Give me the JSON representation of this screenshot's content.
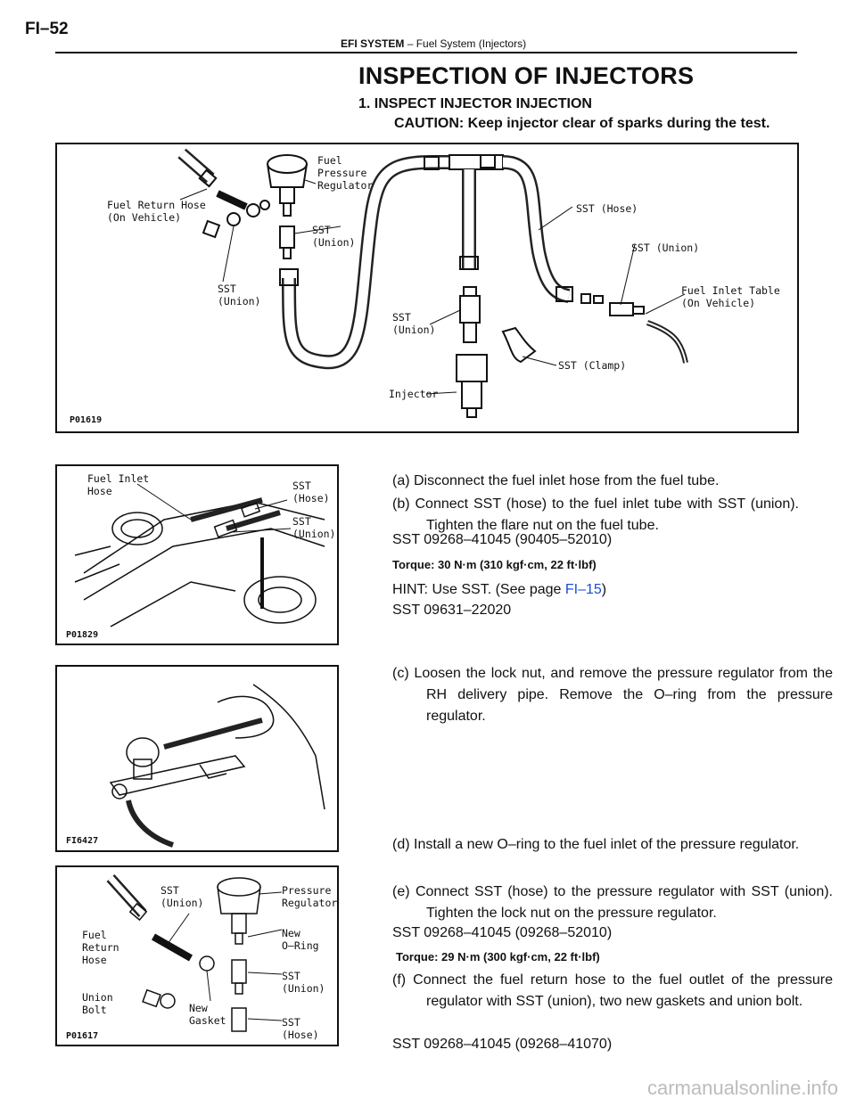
{
  "header": {
    "page_number": "FI–52",
    "system": "EFI SYSTEM",
    "separator": "–",
    "section": "Fuel System (Injectors)"
  },
  "title": "INSPECTION OF INJECTORS",
  "step1": {
    "heading": "1.   INSPECT INJECTOR INJECTION",
    "caution": "CAUTION: Keep injector clear of sparks during the test."
  },
  "figure1": {
    "code": "P01619",
    "labels": {
      "fuel_return_hose_1": "Fuel Return Hose",
      "fuel_return_hose_2": "(On Vehicle)",
      "fpr_1": "Fuel",
      "fpr_2": "Pressure",
      "fpr_3": "Regulator",
      "sst_union_a_1": "SST",
      "sst_union_a_2": "(Union)",
      "sst_union_b_1": "SST",
      "sst_union_b_2": "(Union)",
      "sst_union_c_1": "SST",
      "sst_union_c_2": "(Union)",
      "sst_hose": "SST (Hose)",
      "sst_union_d": "SST (Union)",
      "fuel_inlet_1": "Fuel Inlet Table",
      "fuel_inlet_2": "(On Vehicle)",
      "sst_clamp": "SST (Clamp)",
      "injector": "Injector"
    }
  },
  "figure2": {
    "code": "P01829",
    "labels": {
      "fuel_inlet_1": "Fuel Inlet",
      "fuel_inlet_2": "Hose",
      "sst_hose_1": "SST",
      "sst_hose_2": "(Hose)",
      "sst_union_1": "SST",
      "sst_union_2": "(Union)"
    }
  },
  "figure3": {
    "code": "FI6427"
  },
  "figure4": {
    "code": "P01617",
    "labels": {
      "sst_union_1": "SST",
      "sst_union_2": "(Union)",
      "pr_1": "Pressure",
      "pr_2": "Regulator",
      "fuel_return_1": "Fuel",
      "fuel_return_2": "Return",
      "fuel_return_3": "Hose",
      "new_oring_1": "New",
      "new_oring_2": "O–Ring",
      "sst_union_b_1": "SST",
      "sst_union_b_2": "(Union)",
      "union_bolt_1": "Union",
      "union_bolt_2": "Bolt",
      "new_gasket_1": "New",
      "new_gasket_2": "Gasket",
      "sst_hose_1": "SST",
      "sst_hose_2": "(Hose)"
    }
  },
  "instructions": {
    "a": "(a)   Disconnect the fuel inlet hose from the fuel tube.",
    "b": "(b)   Connect SST (hose) to the fuel inlet tube with SST (union). Tighten the flare nut on the fuel tube.",
    "sst_b": "SST  09268–41045 (90405–52010)",
    "torque_b": "Torque: 30 N·m (310 kgf·cm, 22 ft·lbf)",
    "hint_prefix": "HINT: Use SST. (See page ",
    "hint_link": "FI–15",
    "hint_suffix": ")",
    "sst_hint": "SST  09631–22020",
    "c": "(c)   Loosen the lock nut, and remove the pressure regulator from the RH delivery pipe. Remove the O–ring from the pressure regulator.",
    "d": "(d)   Install a new O–ring to the fuel inlet of the pressure regulator.",
    "e": "(e)   Connect SST (hose) to the pressure regulator with SST (union). Tighten the lock nut on the pressure regulator.",
    "sst_e": "SST  09268–41045 (09268–52010)",
    "torque_e": "Torque: 29 N·m (300 kgf·cm, 22 ft·lbf)",
    "f": "(f)   Connect the fuel return hose to the fuel outlet of the pressure regulator with SST (union), two new gaskets and union bolt.",
    "sst_f": "SST  09268–41045 (09268–41070)"
  },
  "watermark": "carmanualsonline.info"
}
